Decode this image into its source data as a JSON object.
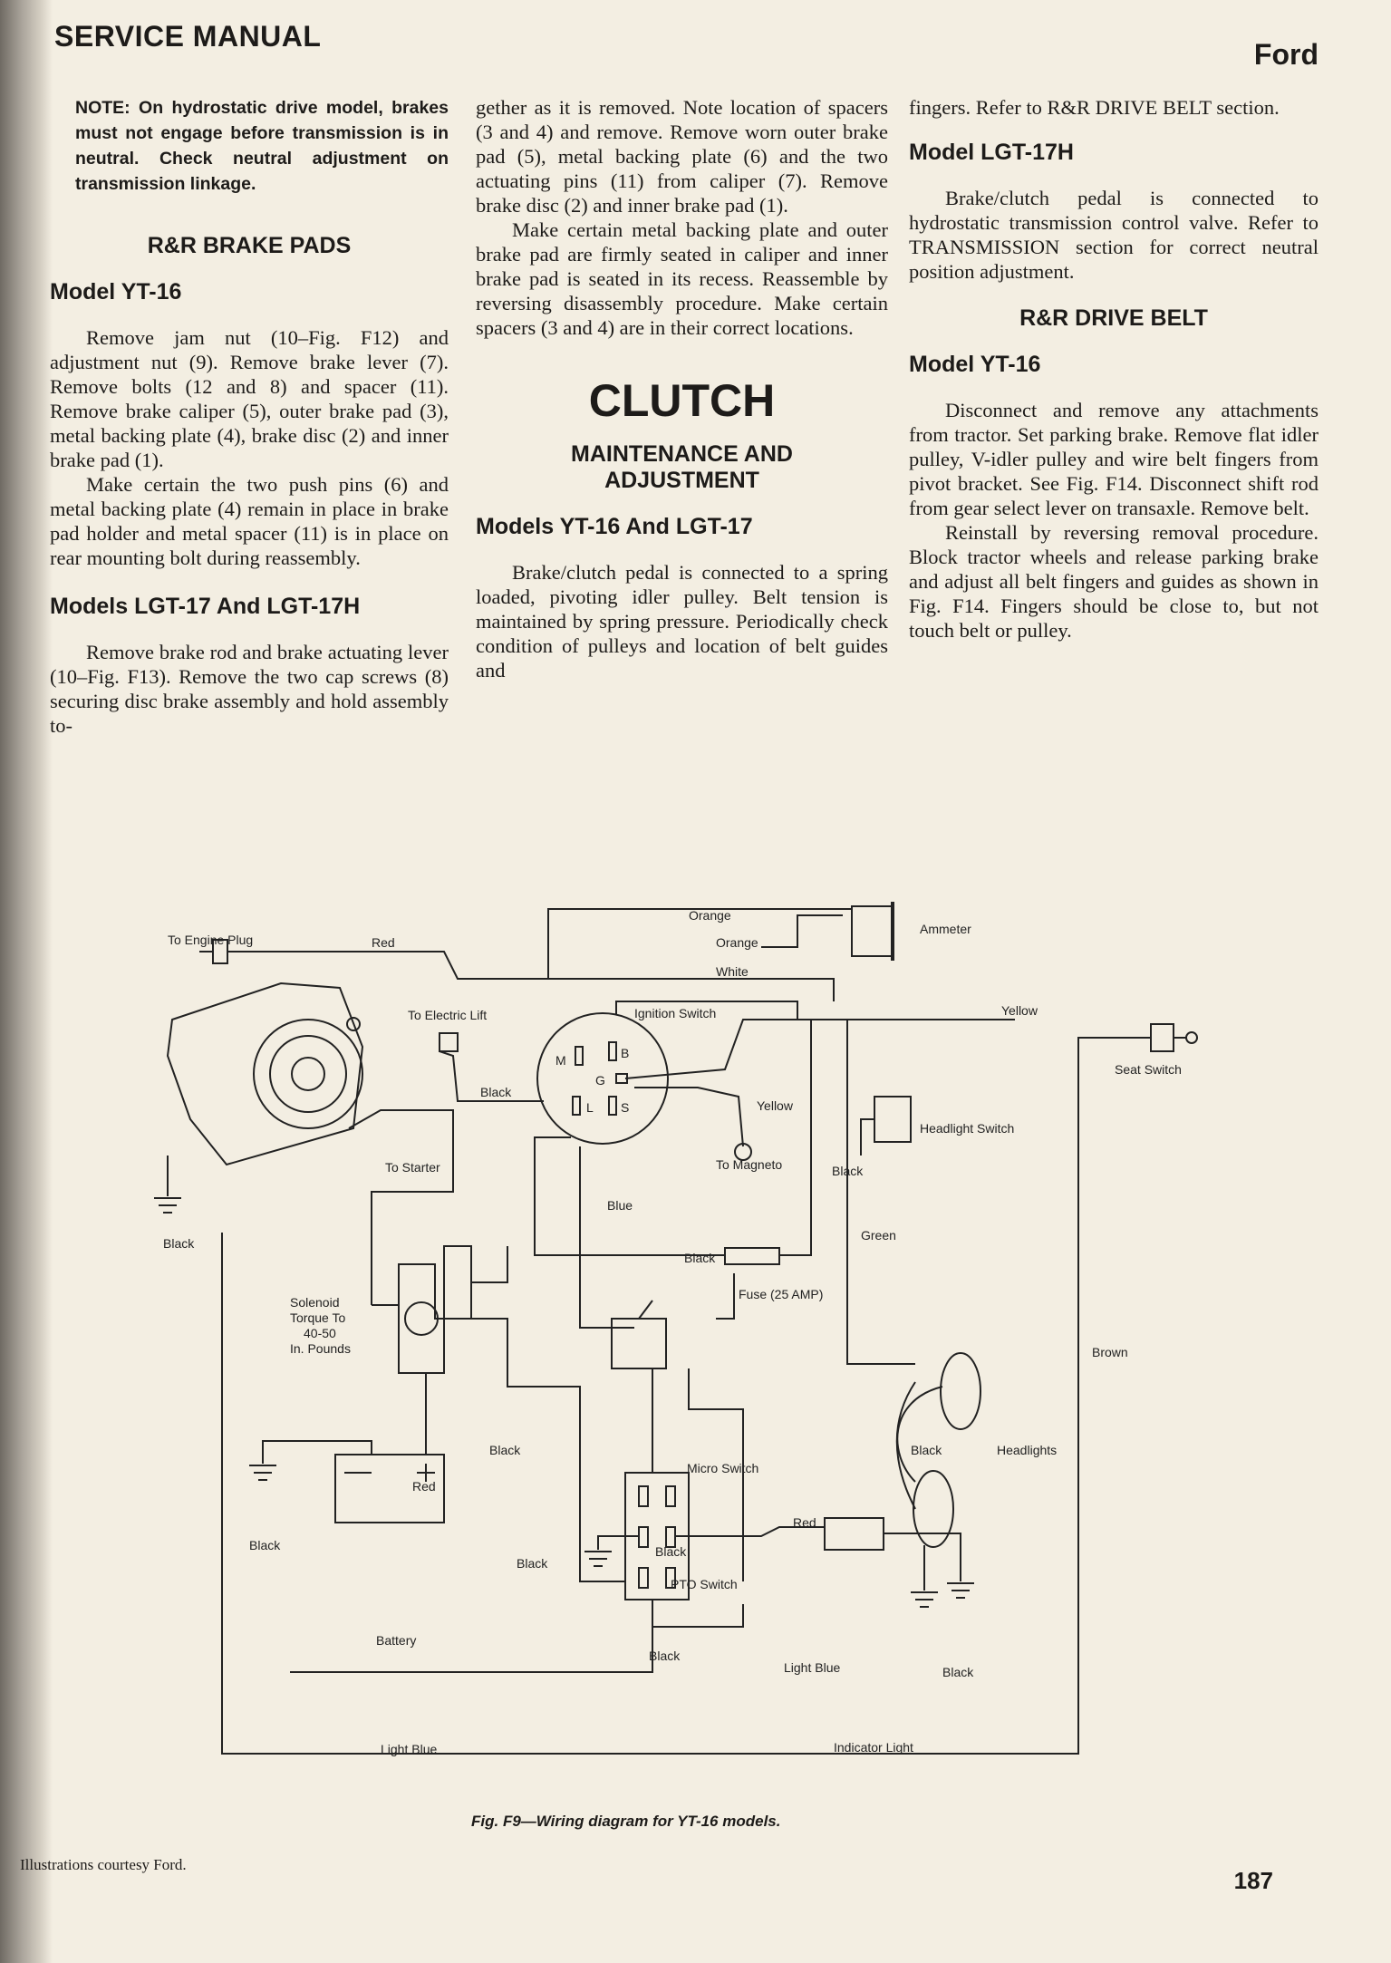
{
  "header": {
    "left": "SERVICE MANUAL",
    "right": "Ford"
  },
  "col1": {
    "note": "NOTE: On hydrostatic drive model, brakes must not engage before transmission is in neutral. Check neutral adjustment on transmission linkage.",
    "heading": "R&R BRAKE PADS",
    "model1": "Model YT-16",
    "p1": "Remove jam nut (10–Fig. F12) and adjustment nut (9). Remove brake lever (7). Remove bolts (12 and 8) and spacer (11). Remove brake caliper (5), outer brake pad (3), metal backing plate (4), brake disc (2) and inner brake pad (1).",
    "p2": "Make certain the two push pins (6) and metal backing plate (4) remain in place in brake pad holder and metal spacer (11) is in place on rear mounting bolt during reassembly.",
    "model2": "Models LGT-17 And LGT-17H",
    "p3": "Remove brake rod and brake actuating lever (10–Fig. F13). Remove the two cap screws (8) securing disc brake assembly and hold assembly to-"
  },
  "col2": {
    "p1": "gether as it is removed. Note location of spacers (3 and 4) and remove. Remove worn outer brake pad (5), metal backing plate (6) and the two actuating pins (11) from caliper (7). Remove brake disc (2) and inner brake pad (1).",
    "p2": "Make certain metal backing plate and outer brake pad are firmly seated in caliper and inner brake pad is seated in its recess. Reassemble by reversing disassembly procedure. Make certain spacers (3 and 4) are in their correct locations.",
    "title": "CLUTCH",
    "subtitle1": "MAINTENANCE AND",
    "subtitle2": "ADJUSTMENT",
    "model": "Models YT-16 And LGT-17",
    "p3": "Brake/clutch pedal is connected to a spring loaded, pivoting idler pulley. Belt tension is maintained by spring pressure. Periodically check condition of pulleys and location of belt guides and"
  },
  "col3": {
    "p1": "fingers. Refer to R&R DRIVE BELT section.",
    "model1": "Model LGT-17H",
    "p2": "Brake/clutch pedal is connected to hydrostatic transmission control valve. Refer to TRANSMISSION section for correct neutral position adjustment.",
    "heading": "R&R DRIVE BELT",
    "model2": "Model YT-16",
    "p3": "Disconnect and remove any attachments from tractor. Set parking brake. Remove flat idler pulley, V-idler pulley and wire belt fingers from pivot bracket. See Fig. F14. Disconnect shift rod from gear select lever on transaxle. Remove belt.",
    "p4": "Reinstall by reversing removal procedure. Block tractor wheels and release parking brake and adjust all belt fingers and guides as shown in Fig. F14. Fingers should be close to, but not touch belt or pulley."
  },
  "diagram": {
    "labels": {
      "engine_plug": "To Engine Plug",
      "red_top": "Red",
      "orange1": "Orange",
      "orange2": "Orange",
      "white": "White",
      "ammeter": "Ammeter",
      "electric_lift": "To Electric Lift",
      "ignition_switch": "Ignition Switch",
      "yellow_top": "Yellow",
      "seat_switch": "Seat Switch",
      "pin_m": "M",
      "pin_b": "B",
      "pin_g": "G",
      "pin_l": "L",
      "pin_s": "S",
      "black_ign": "Black",
      "yellow_mag": "Yellow",
      "magneto": "To Magneto",
      "black_mid": "Black",
      "headlight_switch": "Headlight Switch",
      "starter": "To Starter",
      "blue": "Blue",
      "black_engine": "Black",
      "green": "Green",
      "black_fuse": "Black",
      "fuse": "Fuse (25 AMP)",
      "solenoid1": "Solenoid",
      "solenoid2": "Torque To",
      "solenoid3": "40-50",
      "solenoid4": "In. Pounds",
      "brown": "Brown",
      "black_lower": "Black",
      "micro_switch": "Micro Switch",
      "black_head": "Black",
      "headlights": "Headlights",
      "red_batt": "Red",
      "red_right": "Red",
      "black_batt": "Black",
      "black_left": "Black",
      "black_pto": "Black",
      "pto_switch": "PTO Switch",
      "battery": "Battery",
      "black_pto2": "Black",
      "light_blue_r": "Light Blue",
      "black_ind": "Black",
      "light_blue_b": "Light Blue",
      "indicator": "Indicator Light"
    }
  },
  "caption": "Fig. F9—Wiring diagram for YT-16 models.",
  "credit": "Illustrations courtesy Ford.",
  "page_number": "187"
}
